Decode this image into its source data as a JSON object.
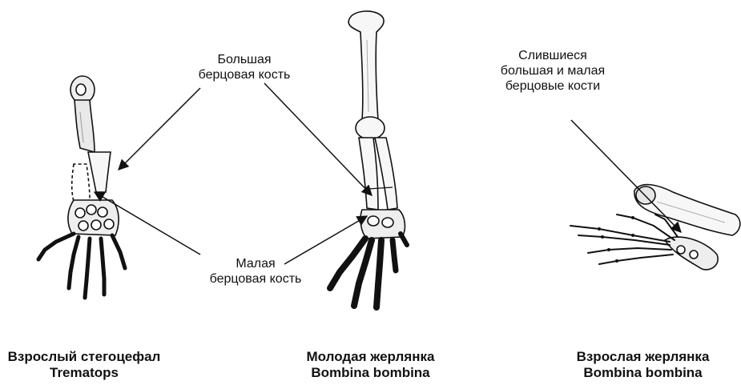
{
  "labels": {
    "tibia_line1": "Большая",
    "tibia_line2": "берцовая кость",
    "fibula_line1": "Малая",
    "fibula_line2": "берцовая кость",
    "fused_line1": "Слившиеся",
    "fused_line2": "большая и малая",
    "fused_line3": "берцовые кости"
  },
  "captions": {
    "left": {
      "line1": "Взрослый стегоцефал",
      "line2": "Trematops"
    },
    "middle": {
      "line1": "Молодая жерлянка",
      "line2": "Bombina bombina"
    },
    "right": {
      "line1": "Взрослая жерлянка",
      "line2": "Bombina bombina"
    }
  },
  "colors": {
    "ink": "#111111",
    "bone_fill": "#f7f7f7",
    "shade": "#b8b8b8"
  }
}
